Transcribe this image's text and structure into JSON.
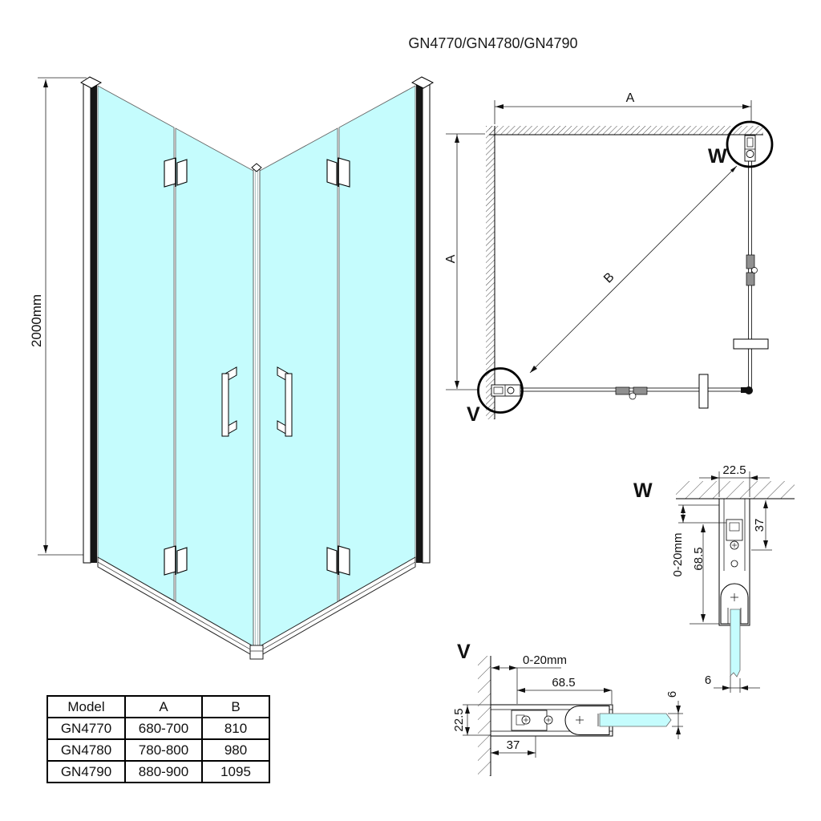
{
  "title": "GN4770/GN4780/GN4790",
  "colors": {
    "glass": "#c5fcfd",
    "line": "#000000"
  },
  "front_view": {
    "height_dim": "2000mm"
  },
  "plan_view": {
    "width_dim": "A",
    "depth_dim": "A",
    "diagonal_dim": "B",
    "detail_w": "W",
    "detail_v": "V"
  },
  "detail_w": {
    "label": "W",
    "dim_wall_offset": "22.5",
    "dim_profile_depth": "37",
    "dim_adjust": "0-20mm",
    "dim_height": "68.5",
    "dim_glass": "6"
  },
  "detail_v": {
    "label": "V",
    "dim_adjust": "0-20mm",
    "dim_width": "68.5",
    "dim_wall_offset": "22.5",
    "dim_depth": "37",
    "dim_glass": "6"
  },
  "table": {
    "headers": [
      "Model",
      "A",
      "B"
    ],
    "rows": [
      {
        "model": "GN4770",
        "a": "680-700",
        "b": "810"
      },
      {
        "model": "GN4780",
        "a": "780-800",
        "b": "980"
      },
      {
        "model": "GN4790",
        "a": "880-900",
        "b": "1095"
      }
    ]
  }
}
